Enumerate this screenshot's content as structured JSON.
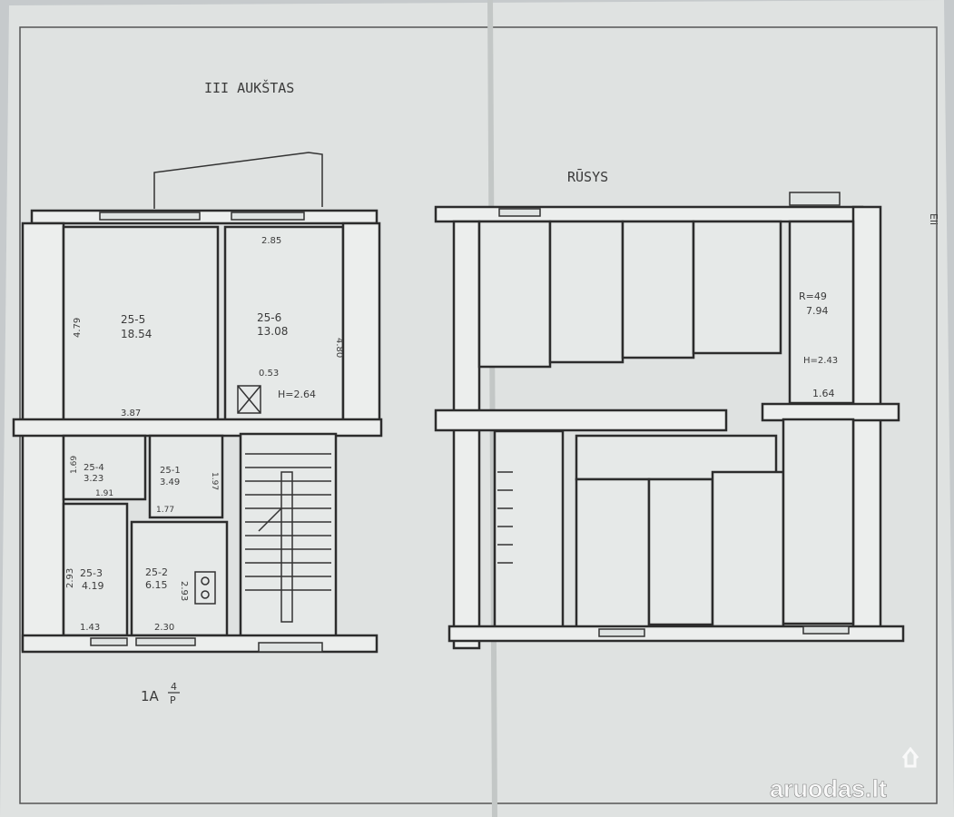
{
  "titles": {
    "floor": "III AUKŠTAS",
    "basement": "RŪSYS"
  },
  "floor_rooms": [
    {
      "id": "25-5",
      "area": "18.54"
    },
    {
      "id": "25-6",
      "area": "13.08"
    },
    {
      "id": "25-4",
      "area": "3.23"
    },
    {
      "id": "25-1",
      "area": "3.49"
    },
    {
      "id": "25-3",
      "area": "4.19"
    },
    {
      "id": "25-2",
      "area": "6.15"
    }
  ],
  "floor_dims": {
    "d479": "4.79",
    "d285": "2.85",
    "d480": "4.80",
    "d387": "3.87",
    "d053": "0.53",
    "h264": "H=2.64",
    "d169": "1.69",
    "d191": "1.91",
    "d197": "1.97",
    "d177": "1.77",
    "d293a": "2.93",
    "d293b": "2.93",
    "d143": "1.43",
    "d230": "2.30"
  },
  "basement_dims": {
    "r49": "R=49",
    "a794": "7.94",
    "h243": "H=2.43",
    "d164": "1.64"
  },
  "section_mark": "1A",
  "fraction_top": "4",
  "fraction_bottom": "P",
  "side_mark": "Eli",
  "watermark": "aruodas.lt"
}
